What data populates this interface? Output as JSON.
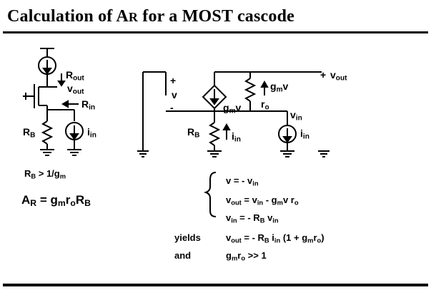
{
  "slide": {
    "title_prefix": "Calculation of ",
    "title_A": "A",
    "title_R": "R",
    "title_suffix": " for a MOST cascode"
  },
  "left_circuit": {
    "r_out": {
      "base": "R",
      "sub": "out"
    },
    "v_out": {
      "base": "v",
      "sub": "out"
    },
    "r_in": {
      "base": "R",
      "sub": "in"
    },
    "r_b": {
      "base": "R",
      "sub": "B"
    },
    "i_in": {
      "base": "i",
      "sub": "in"
    }
  },
  "condition": {
    "lhs_base": "R",
    "lhs_sub": "B",
    "rel": " > 1/g",
    "rhs_sub": "m"
  },
  "ar_formula": {
    "lhs_base": "A",
    "lhs_sub": "R",
    "eq": " = g",
    "g_sub": "m",
    "r": "r",
    "r_sub": "o",
    "rb": "R",
    "rb_sub": "B"
  },
  "small_signal": {
    "plus_left": "+",
    "v_left": "v",
    "minus_left": "-",
    "gmv_top": {
      "g": "g",
      "sub": "m",
      "v": "v"
    },
    "gmv_source": {
      "g": "g",
      "sub": "m",
      "v": "v"
    },
    "r_o": {
      "base": "r",
      "sub": "o"
    },
    "plus_out": "+",
    "v_out": {
      "base": "v",
      "sub": "out"
    },
    "v_in": {
      "base": "v",
      "sub": "in"
    },
    "r_b": {
      "base": "R",
      "sub": "B"
    },
    "i_in_arrow": {
      "base": "i",
      "sub": "in"
    },
    "i_in_source": {
      "base": "i",
      "sub": "in"
    }
  },
  "equations": {
    "eq1": {
      "lhs": "v = - v",
      "sub": "in"
    },
    "eq2": {
      "a": "v",
      "a_sub": "out",
      "b": " = v",
      "b_sub": "in",
      "c": " - g",
      "c_sub": "m",
      "d": "v r",
      "d_sub": "o"
    },
    "eq3": {
      "a": "v",
      "a_sub": "in",
      "b": " = - R",
      "b_sub": "B",
      "c": " v",
      "c_sub": "in"
    },
    "yields_label": "yields",
    "eq4": {
      "a": "v",
      "a_sub": "out",
      "b": " = - R",
      "b_sub": "B",
      "c": " i",
      "c_sub": "in",
      "d": " (1 + g",
      "d_sub": "m",
      "e": "r",
      "e_sub": "o",
      "f": ")"
    },
    "and_label": "and",
    "eq5": {
      "a": "g",
      "a_sub": "m",
      "b": "r",
      "b_sub": "o",
      "c": " >> 1"
    }
  }
}
